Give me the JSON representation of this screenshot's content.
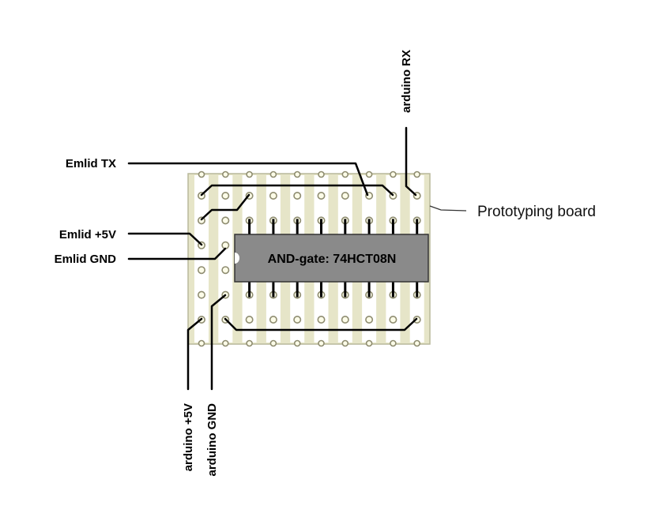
{
  "board_label": "Prototyping board",
  "chip_label": "AND-gate: 74HCT08N",
  "labels": {
    "emlid_tx": "Emlid TX",
    "emlid_5v": "Emlid +5V",
    "emlid_gnd": "Emlid GND",
    "arduino_rx": "arduino RX",
    "arduino_5v": "arduino +5V",
    "arduino_gnd": "arduino GND"
  },
  "colors": {
    "board": "#e6e5c8",
    "strip": "#ffffff",
    "board_edge": "#b9b89b",
    "hole_ring": "#8e8c70",
    "hole_fill": "#fcfce8",
    "chip": "#8a8a8a",
    "chip_edge": "#333333",
    "wire": "#000000"
  },
  "icons": {
    "chip_notch": "semicircle-notch"
  }
}
